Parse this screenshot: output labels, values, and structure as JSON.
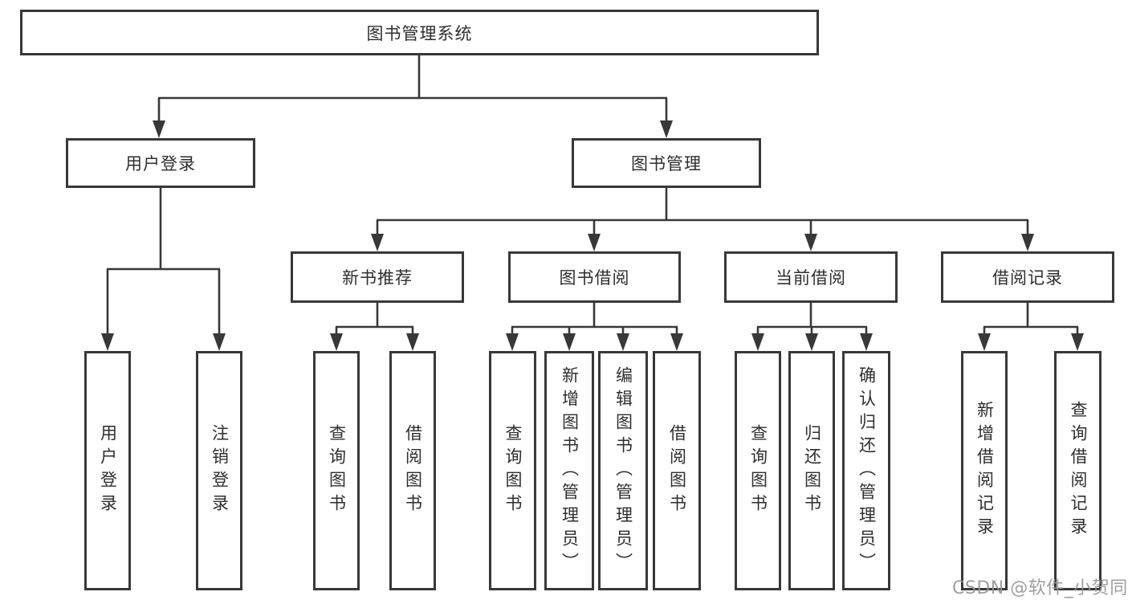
{
  "diagram": {
    "root": {
      "label": "图书管理系统"
    },
    "level2": [
      {
        "label": "用户登录"
      },
      {
        "label": "图书管理"
      }
    ],
    "level3": [
      {
        "label": "新书推荐"
      },
      {
        "label": "图书借阅"
      },
      {
        "label": "当前借阅"
      },
      {
        "label": "借阅记录"
      }
    ],
    "leaves": {
      "user_login": [
        "用户登录",
        "注销登录"
      ],
      "new_books": [
        "查询图书",
        "借阅图书"
      ],
      "book_borrow": [
        "查询图书",
        "新增图书（管理员）",
        "编辑图书（管理员）",
        "借阅图书"
      ],
      "current_borrow": [
        "查询图书",
        "归还图书",
        "确认归还（管理员）"
      ],
      "borrow_records": [
        "新增借阅记录",
        "查询借阅记录"
      ]
    }
  },
  "watermark": {
    "text": "CSDN @软件_小贺同学"
  },
  "colors": {
    "line": "#383838",
    "text": "#2e2e2e",
    "background": "#ffffff",
    "watermark": "#969696"
  }
}
